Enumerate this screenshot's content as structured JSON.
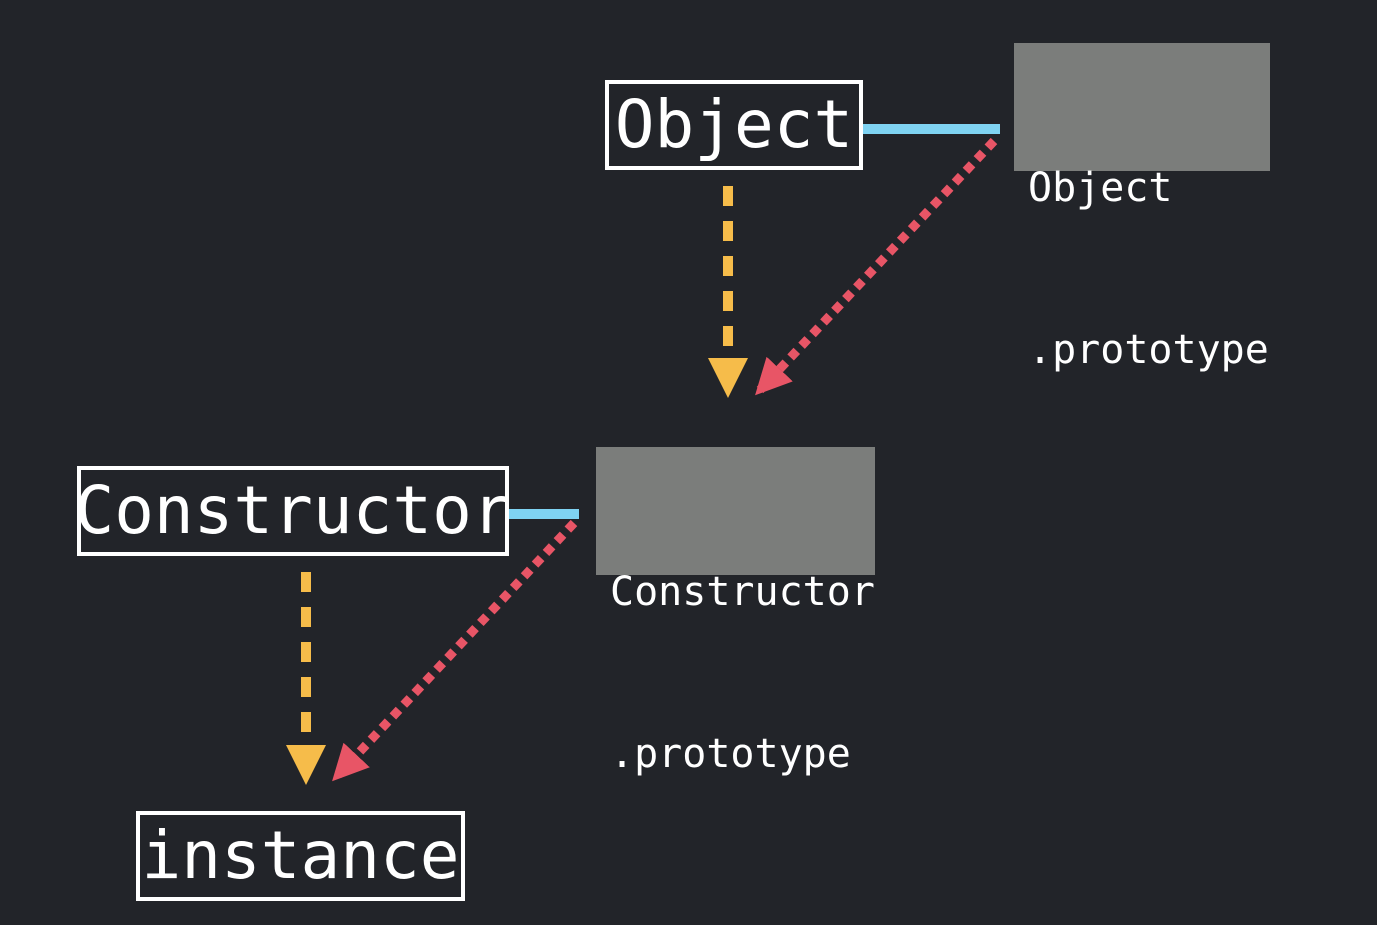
{
  "nodes": {
    "object": {
      "label": "Object"
    },
    "object_prototype": {
      "line1": "Object",
      "line2": ".prototype"
    },
    "constructor": {
      "label": "Constructor"
    },
    "constructor_prototype": {
      "line1": "Constructor",
      "line2": ".prototype"
    },
    "instance": {
      "label": "instance"
    }
  },
  "colors": {
    "background": "#222429",
    "box_border": "#ffffff",
    "prototype_fill": "#7b7d7b",
    "property_link": "#7fd3f2",
    "creates_arrow": "#f6bc4a",
    "inherits_arrow": "#e85566"
  }
}
